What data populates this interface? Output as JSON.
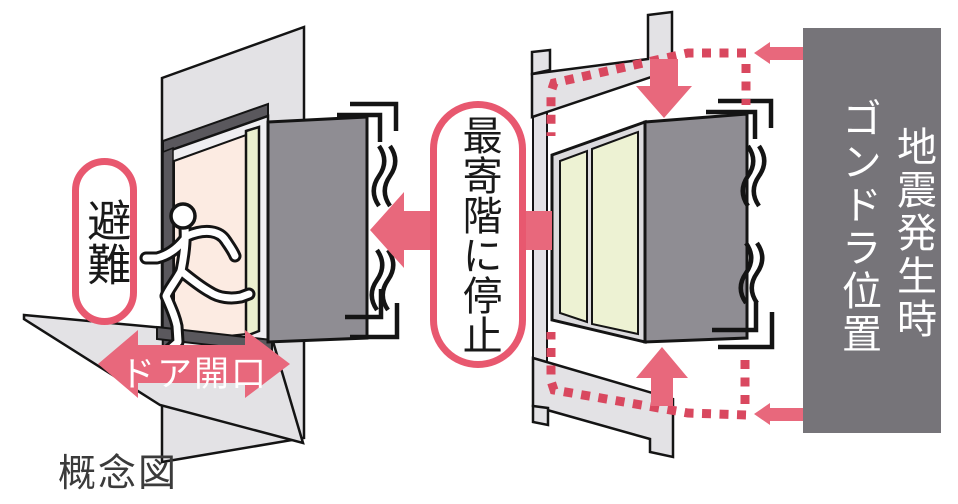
{
  "diagram": {
    "caption": "概念図",
    "evacuation": {
      "label": "避難"
    },
    "door_opening": {
      "label": "ドア開口"
    },
    "nearest_floor_stop": {
      "label": "最寄階に停止"
    },
    "earthquake_panel": {
      "line1": "地震発生時",
      "line2": "ゴンドラ位置"
    },
    "colors": {
      "arrow_pink": "#e8687c",
      "dotted_red": "#d9485f",
      "capsule_border": "#e8586f",
      "panel_gray": "#767479",
      "structure_gray": "#e3e2e5",
      "frame_light": "#efeef1",
      "car_side_gray": "#8f8d93",
      "dark_trim": "#5a585d",
      "door_green": "#ebf0cf",
      "doorway_peach": "#fcebe2",
      "outline_black": "#141414"
    }
  }
}
